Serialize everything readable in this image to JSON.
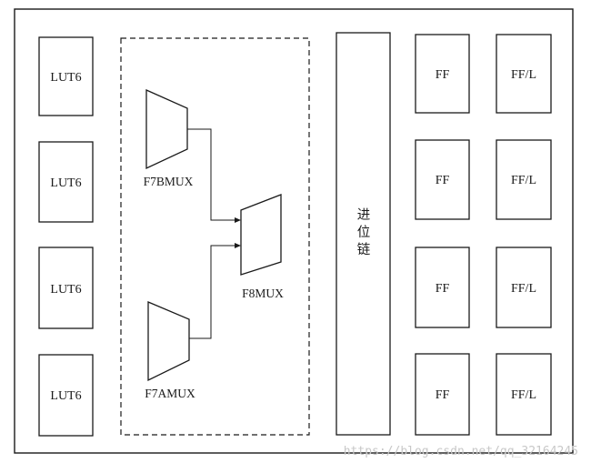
{
  "diagram": {
    "luts": [
      "LUT6",
      "LUT6",
      "LUT6",
      "LUT6"
    ],
    "muxes": {
      "f7b": "F7BMUX",
      "f7a": "F7AMUX",
      "f8": "F8MUX"
    },
    "carry_chain": [
      "进",
      "位",
      "链"
    ],
    "ff_column": [
      "FF",
      "FF",
      "FF",
      "FF"
    ],
    "ffl_column": [
      "FF/L",
      "FF/L",
      "FF/L",
      "FF/L"
    ]
  },
  "watermark": "https://blog.csdn.net/qq_32164245",
  "colors": {
    "line": "#1a1a1a",
    "background": "#ffffff",
    "watermark": "#c8c8c8"
  }
}
